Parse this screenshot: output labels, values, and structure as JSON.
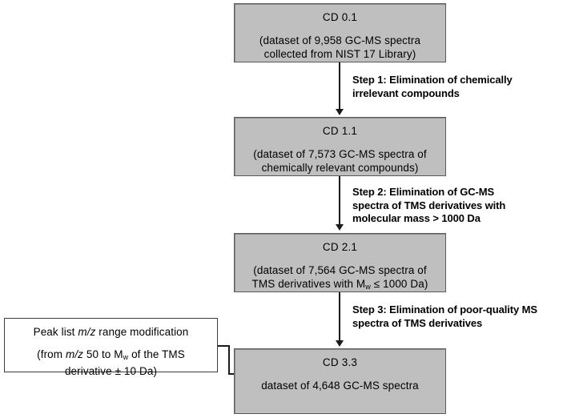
{
  "diagram": {
    "title": "GC-MS spectra dataset filtering workflow",
    "fill_color": "#bfbfbf",
    "border_color": "#5a5a5a",
    "line_color": "#1a1a1a"
  },
  "nodes": {
    "cd01": {
      "title": "CD 0.1",
      "body_line1": "(dataset of 9,958 GC-MS spectra",
      "body_line2": "collected from NIST 17 Library)"
    },
    "cd11": {
      "title": "CD 1.1",
      "body_line1": "(dataset of 7,573 GC-MS spectra of",
      "body_line2": "chemically relevant  compounds)"
    },
    "cd21": {
      "title": "CD 2.1",
      "body_line1": "(dataset of 7,564 GC-MS spectra of",
      "body_line2_pre": "TMS derivatives  with M",
      "body_line2_sub": "w",
      "body_line2_post": " ≤ 1000 Da)"
    },
    "cd33": {
      "title": "CD 3.3",
      "body_line1": "dataset of 4,648 GC-MS spectra"
    },
    "peaklist": {
      "line1_pre": "Peak list ",
      "line1_ital": "m/z",
      "line1_post": " range  modification",
      "line2_pre": "(from  ",
      "line2_ital": "m/z",
      "line2_mid": " 50 to M",
      "line2_sub": "w",
      "line2_post": " of the TMS",
      "line3": "derivative  ± 10 Da)"
    }
  },
  "steps": {
    "step1": "Step 1: Elimination of chemically\nirrelevant compounds",
    "step2": "Step 2: Elimination of GC-MS\nspectra of TMS derivatives with\nmolecular mass > 1000 Da",
    "step3": "Step 3: Elimination of poor-quality MS\nspectra of TMS derivatives"
  }
}
